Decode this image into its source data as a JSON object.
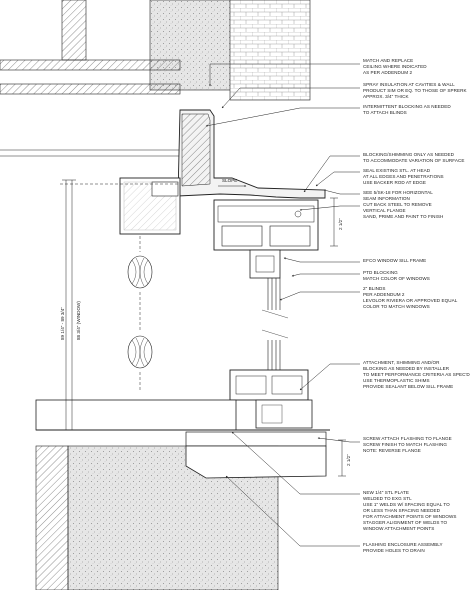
{
  "notes": [
    {
      "id": "match-replace-ceiling",
      "lines": [
        "MATCH AND REPLACE",
        "CEILING WHERE INDICATED",
        "AS PER ADDENDUM 2"
      ]
    },
    {
      "id": "spray-insulation",
      "lines": [
        "SPRAY INSULATION AT CAVITIES & WALL",
        "PRODUCT SIM OR EQ. TO THOSE OF SPRERK",
        "APPROX. 3/4\" THICK"
      ]
    },
    {
      "id": "intermittent-blocking",
      "lines": [
        "INTERMITTENT BLOCKING AS NEEDED",
        "TO ATTACH BLINDS"
      ]
    },
    {
      "id": "blocking-shimming",
      "lines": [
        "BLOCKING/SHIMMING ONLY AS NEEDED",
        "TO ACCOMMODATE VARIATION OF SURFACE"
      ]
    },
    {
      "id": "seal-existing-stl",
      "lines": [
        "SEAL EXISTING STL. AT HEAD",
        "AT ALL EDGES AND PENETRATIONS",
        "USE BACKER ROD AT EDGE"
      ]
    },
    {
      "id": "see-horizontal-seam",
      "lines": [
        "SEE 5/SK-18 FOR HORIZONTAL",
        "SEAM INFORMATION"
      ]
    },
    {
      "id": "cut-back-steel",
      "lines": [
        "CUT BACK STEEL TO REMOVE",
        "VERTICAL FLANGE",
        "SAND, PRIME AND PAINT TO FINISH"
      ]
    },
    {
      "id": "efco-sill-frame",
      "lines": [
        "EFCO WINDOW SILL FRAME"
      ]
    },
    {
      "id": "ptd-blocking",
      "lines": [
        "PTD BLOCKING",
        "MATCH COLOR OF WINDOWS"
      ]
    },
    {
      "id": "blinds",
      "lines": [
        "2\" BLINDS",
        "PER ADDENDUM 2",
        "LEVOLOR RIVIERA OR APPROVED EQUAL",
        "COLOR TO MATCH WINDOWS"
      ]
    },
    {
      "id": "attachment-shimming",
      "lines": [
        "ATTACHMENT, SHIMMING AND/OR",
        "BLOCKING AS NEEDED BY INSTALLER",
        "TO MEET PERFORMANCE CRITERIA AS SPEC'D",
        "USE THERMOPLASTIC SHIMS",
        "PROVIDE SEALANT BELOW SILL FRAME"
      ]
    },
    {
      "id": "screw-attach-flashing",
      "lines": [
        "SCREW ATTACH FLASHING TO FLANGE",
        "SCREW FINISH TO MATCH FLASHING",
        "NOTE:  REVERSE FLANGE"
      ]
    },
    {
      "id": "stl-plate",
      "lines": [
        "NEW 1/4\" STL PLATE",
        "WELDED TO EXG STL",
        "USE 1\" WELDS W/ SPACING EQUAL TO",
        "OR LESS THAN SPACING NEEDED",
        "FOR ATTACHMENT POINTS OF WINDOWS",
        "STAGGER ALIGNMENT OF WELDS TO",
        "WINDOW ATTACHMENT POINTS"
      ]
    },
    {
      "id": "flashing-enclosure",
      "lines": [
        "FLASHING ENCLOSURE ASSEMBLY",
        "PROVIDE HOLES TO DRAIN"
      ]
    }
  ],
  "labels": {
    "slope": "SLOPE",
    "dim_head": "2 1/2\"",
    "dim_sill": "2 1/2\"",
    "dim_overall": "89 1/4\" - 89 3/4\"",
    "dim_window": "88 3/4\" (WINDOW)"
  }
}
